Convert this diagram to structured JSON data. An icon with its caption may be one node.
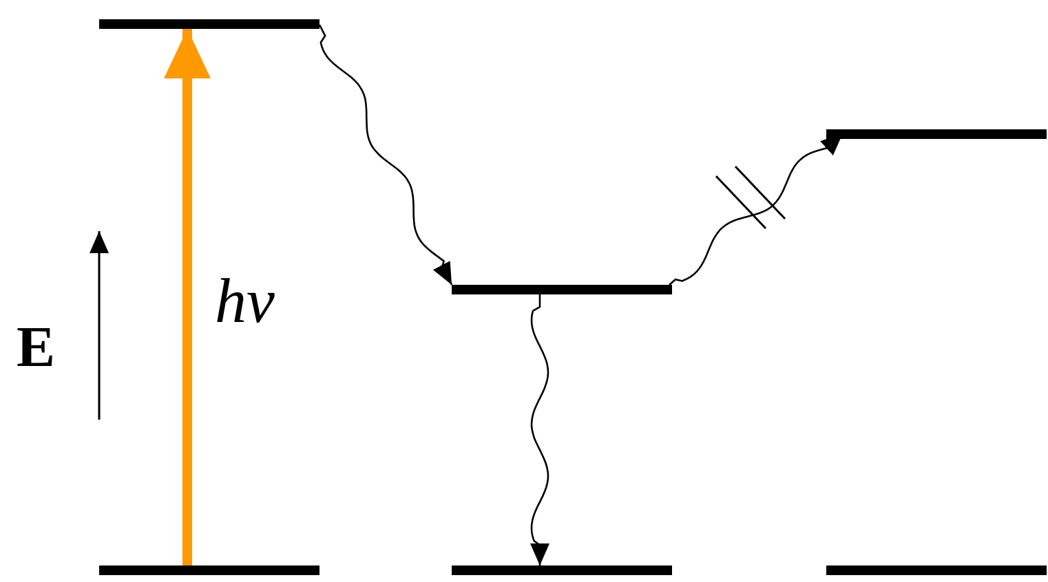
{
  "diagram": {
    "nodes": [
      {
        "text": [],
        "shape": "bar"
      },
      {
        "text": [],
        "shape": "bar"
      },
      {
        "text": [],
        "shape": "bar"
      },
      {
        "text": [],
        "shape": "bar"
      },
      {
        "text": [],
        "shape": "bar"
      },
      {
        "text": [],
        "shape": "bar"
      }
    ],
    "edges": [
      {
        "from": 3,
        "to": 0,
        "arrow": "to",
        "label": "hν",
        "style": "thick",
        "color": "#ff9900"
      },
      {
        "from": 0,
        "to": 2,
        "arrow": "to"
      },
      {
        "from": 2,
        "to": 1,
        "arrow": "to"
      },
      {
        "from": 2,
        "to": 4,
        "arrow": "to"
      }
    ],
    "labels": [
      "E"
    ]
  }
}
